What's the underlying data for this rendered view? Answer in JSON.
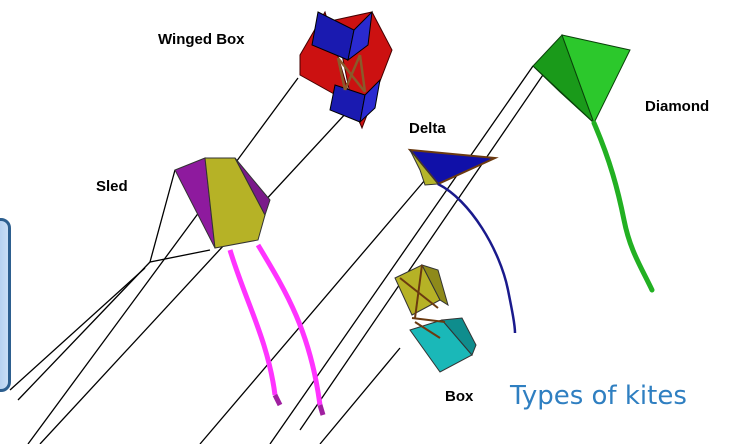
{
  "kites": {
    "winged_box": "Winged Box",
    "delta": "Delta",
    "diamond": "Diamond",
    "sled": "Sled",
    "box": "Box"
  },
  "caption": "Types of kites",
  "colors": {
    "sled_tail": "#ff33ff",
    "delta_tail": "#1a1a8c",
    "diamond_tail": "#22b022",
    "caption": "#2f7fc1"
  }
}
